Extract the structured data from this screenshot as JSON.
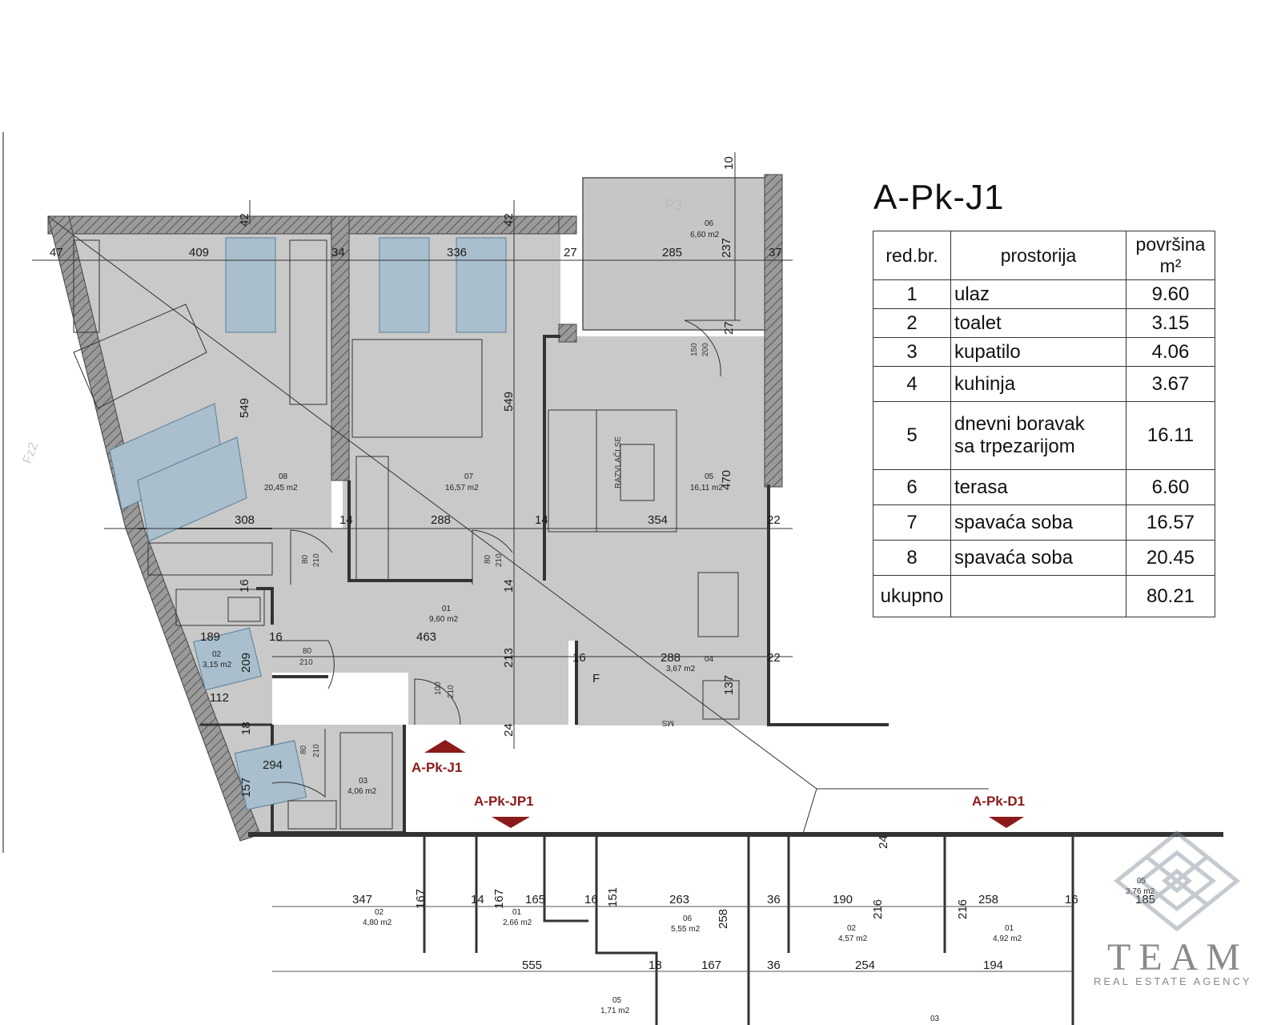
{
  "unit_title": "A-Pk-J1",
  "table": {
    "headers": {
      "num": "red.br.",
      "room": "prostorija",
      "area_line1": "površina",
      "area_line2": "m²"
    },
    "rows": [
      {
        "num": "1",
        "name": "ulaz",
        "area": "9.60"
      },
      {
        "num": "2",
        "name": "toalet",
        "area": "3.15"
      },
      {
        "num": "3",
        "name": "kupatilo",
        "area": "4.06"
      },
      {
        "num": "4",
        "name": "kuhinja",
        "area": "3.67"
      },
      {
        "num": "5",
        "name_line1": "dnevni boravak",
        "name_line2": "sa trpezarijom",
        "area": "16.11"
      },
      {
        "num": "6",
        "name": "terasa",
        "area": "6.60"
      },
      {
        "num": "7",
        "name": "spavaća soba",
        "area": "16.57"
      },
      {
        "num": "8",
        "name": "spavaća soba",
        "area": "20.45"
      }
    ],
    "total": {
      "label": "ukupno",
      "area": "80.21"
    }
  },
  "plan": {
    "dims": {
      "d47": "47",
      "d409": "409",
      "d34": "34",
      "d336": "336",
      "d27a": "27",
      "d285": "285",
      "d237": "237",
      "d37": "37",
      "d42a": "42",
      "d42b": "42",
      "d10": "10",
      "d27b": "27",
      "d549a": "549",
      "d549b": "549",
      "d470": "470",
      "d308": "308",
      "d14a": "14",
      "d288a": "288",
      "d14b": "14",
      "d354": "354",
      "d22a": "22",
      "d14c": "14",
      "d16a": "16",
      "d189": "189",
      "d16b": "16",
      "d463": "463",
      "d209": "209",
      "d213": "213",
      "d112": "112",
      "d16c": "16",
      "d288b": "288",
      "d22b": "22",
      "d137": "137",
      "d18": "18",
      "d294": "294",
      "d157": "157",
      "d24": "24"
    },
    "rooms": {
      "r01_num": "01",
      "r01_area": "9,60 m2",
      "r02_num": "02",
      "r02_area": "3,15 m2",
      "r03_num": "03",
      "r03_area": "4,06 m2",
      "r04_num": "04",
      "r04_area": "3,67 m2",
      "r05_num": "05",
      "r05_area": "16,11 m2",
      "r06_num": "06",
      "r06_area": "6,60 m2",
      "r07_num": "07",
      "r07_area": "16,57 m2",
      "r08_num": "08",
      "r08_area": "20,45 m2"
    },
    "doors": {
      "d80": "80",
      "d210": "210",
      "d100": "100",
      "d150": "150",
      "d200": "200"
    },
    "marks": {
      "ms": "MS",
      "f": "F",
      "p3": "P3",
      "fz": "Fz2",
      "razvlaci": "RAZVLAČI SE"
    },
    "tags": {
      "main": "A-Pk-J1",
      "jp1": "A-Pk-JP1",
      "d1": "A-Pk-D1"
    },
    "lower": {
      "l347": "347",
      "l167a": "167",
      "l14": "14",
      "l167b": "167",
      "l165": "165",
      "l16a": "16",
      "l151": "151",
      "l263": "263",
      "l36a": "36",
      "l190": "190",
      "l216a": "216",
      "l216b": "216",
      "l258a": "258",
      "l16b": "16",
      "l185": "185",
      "l555": "555",
      "l18": "18",
      "l167c": "167",
      "l258b": "258",
      "l36b": "36",
      "l254": "254",
      "l194": "194",
      "l24": "24",
      "r02a": "4,80 m2",
      "r01a": "2,66 m2",
      "r06a": "5,55 m2",
      "r02b": "4,57 m2",
      "r01b": "4,92 m2",
      "r05a": "3,76 m2",
      "r05b": "1,71 m2",
      "n02a": "02",
      "n01a": "01",
      "n06a": "06",
      "n02b": "02",
      "n01b": "01",
      "n05a": "05",
      "n05b": "05",
      "n03": "03"
    }
  },
  "logo": {
    "name": "TEAM",
    "sub": "REAL ESTATE AGENCY"
  },
  "colors": {
    "wall": "#8c8c8c",
    "floor": "#c9c9c9",
    "furniture_blue": "#a9bfcd",
    "tag_red": "#8b1a1a"
  }
}
